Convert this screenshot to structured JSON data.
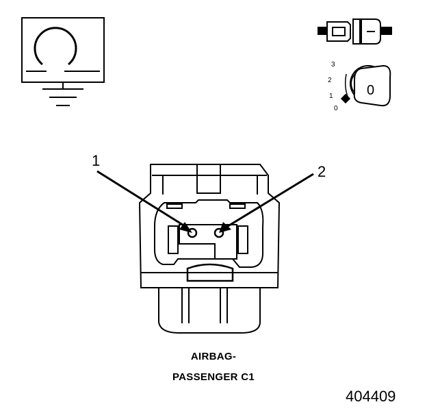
{
  "callouts": {
    "pin_1": "1",
    "pin_2": "2"
  },
  "key_switch": {
    "positions": [
      "3",
      "2",
      "1",
      "0"
    ],
    "key_label": "0"
  },
  "caption": {
    "line_1": "AIRBAG-",
    "line_2": "PASSENGER C1"
  },
  "figure_id": "404409",
  "icons": {
    "meter": "ohmmeter-ground-icon",
    "connector": "connector-disconnected-icon",
    "ignition": "ignition-key-off-icon"
  },
  "colors": {
    "line": "#000000",
    "background": "#ffffff"
  }
}
